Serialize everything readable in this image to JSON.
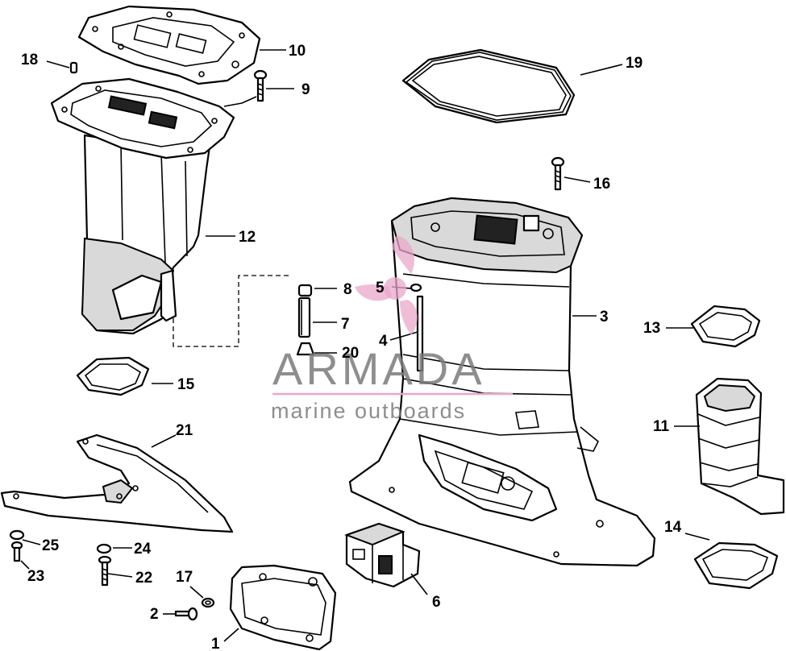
{
  "watermark": {
    "brand": "ARMADA",
    "tagline": "marine outboards",
    "accent_color": "#e9a7c9",
    "icon": "propeller-logo"
  },
  "callouts": {
    "c1": "1",
    "c2": "2",
    "c3": "3",
    "c4": "4",
    "c5": "5",
    "c6": "6",
    "c7": "7",
    "c8": "8",
    "c9": "9",
    "c10": "10",
    "c11": "11",
    "c12": "12",
    "c13": "13",
    "c14": "14",
    "c15": "15",
    "c16": "16",
    "c17": "17",
    "c18": "18",
    "c19": "19",
    "c20": "20",
    "c21": "21",
    "c22": "22",
    "c23": "23",
    "c24": "24",
    "c25": "25"
  }
}
